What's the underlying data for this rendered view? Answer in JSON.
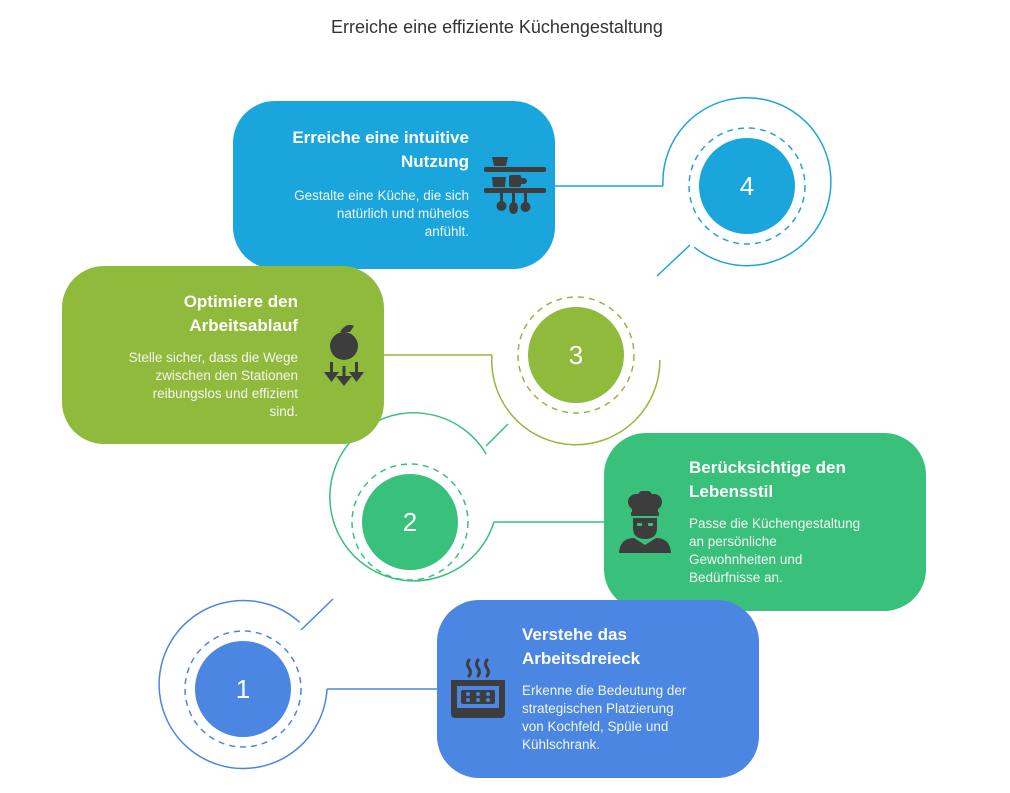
{
  "title": "Erreiche eine effiziente Küchengestaltung",
  "colors": {
    "step1": "#4a86e2",
    "step2": "#39c07b",
    "step3": "#8fba3c",
    "step4": "#1aa6dd",
    "icon": "#3d3d3d"
  },
  "steps": [
    {
      "number": "1",
      "title_line1": "Verstehe das",
      "title_line2": "Arbeitsdreieck",
      "desc_lines": [
        "Erkenne die Bedeutung der",
        "strategischen Platzierung",
        "von Kochfeld, Spüle und",
        "Kühlschrank."
      ],
      "icon": "stove-oven-icon"
    },
    {
      "number": "2",
      "title_line1": "Berücksichtige den",
      "title_line2": "Lebensstil",
      "desc_lines": [
        "Passe die Küchengestaltung",
        "an persönliche",
        "Gewohnheiten und",
        "Bedürfnisse an."
      ],
      "icon": "chef-icon"
    },
    {
      "number": "3",
      "title_line1": "Optimiere den",
      "title_line2": "Arbeitsablauf",
      "desc_lines": [
        "Stelle sicher, dass die Wege",
        "zwischen den Stationen",
        "reibungslos und effizient",
        "sind."
      ],
      "icon": "pot-arrows-icon"
    },
    {
      "number": "4",
      "title_line1": "Erreiche eine intuitive",
      "title_line2": "Nutzung",
      "desc_lines": [
        "Gestalte eine Küche, die sich",
        "natürlich und mühelos",
        "anfühlt."
      ],
      "icon": "kitchen-shelf-icon"
    }
  ]
}
